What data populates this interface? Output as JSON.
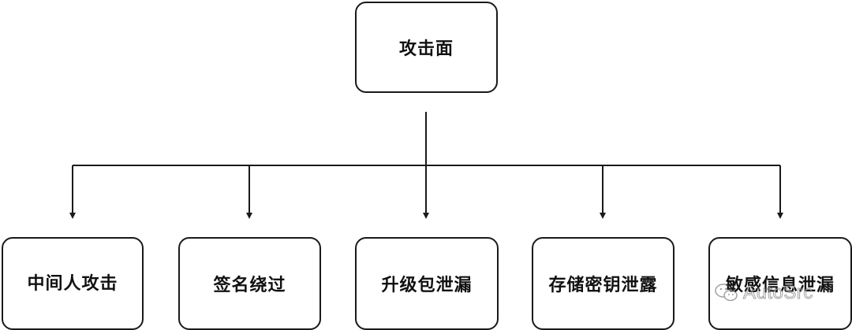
{
  "diagram": {
    "root": {
      "label": "攻击面"
    },
    "children": [
      {
        "label": "中间人攻击"
      },
      {
        "label": "签名绕过"
      },
      {
        "label": "升级包泄漏"
      },
      {
        "label": "存储密钥泄露"
      },
      {
        "label": "敏感信息泄漏"
      }
    ]
  },
  "watermark": {
    "text": "AutoSrc",
    "icon": "wechat-icon"
  },
  "colors": {
    "line": "#1a1a1a",
    "border": "#1a1a1a",
    "text": "#111111",
    "background": "#ffffff"
  }
}
